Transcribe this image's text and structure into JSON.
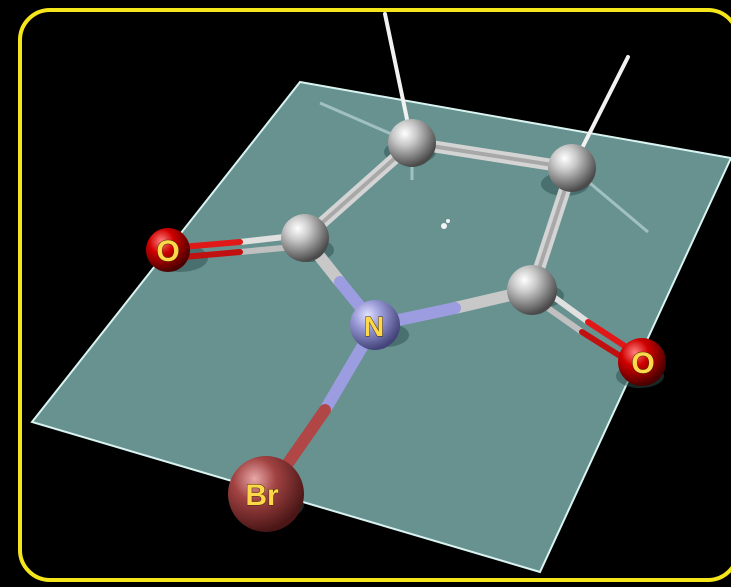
{
  "scene": {
    "background_color": "#000000",
    "frame_color": "#f5e61c",
    "plane_color": "#8fcac8"
  },
  "atoms": {
    "o_left": {
      "symbol": "O",
      "color": "#d00000"
    },
    "o_right": {
      "symbol": "O",
      "color": "#d00000"
    },
    "n": {
      "symbol": "N",
      "color": "#8f8fd0"
    },
    "br": {
      "symbol": "Br",
      "color": "#a24242"
    },
    "carbon_color": "#b8b8b8",
    "hydrogen_color": "#f0f0f0"
  }
}
